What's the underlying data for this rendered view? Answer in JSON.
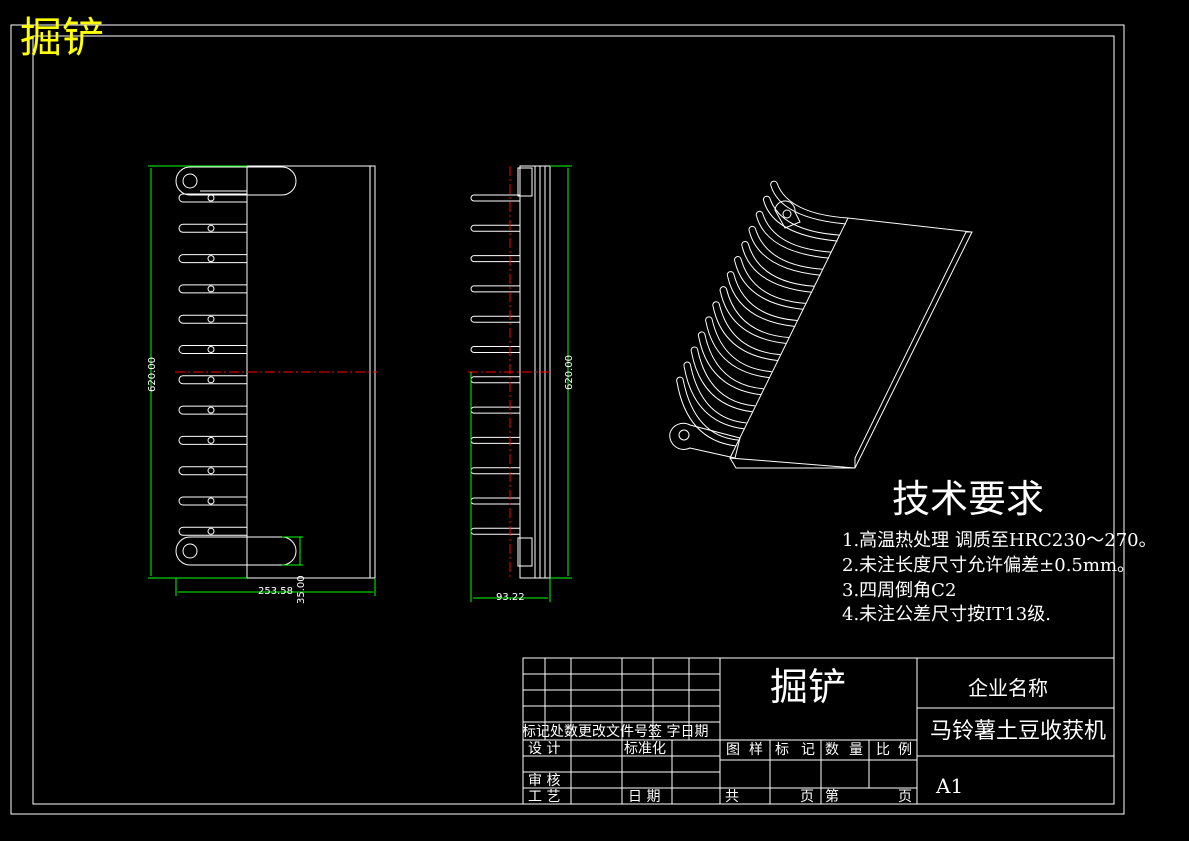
{
  "corner_title": "掘铲",
  "dimensions": {
    "front_height": "620.00",
    "front_width": "253.58",
    "front_small": "35.00",
    "side_height": "620.00",
    "side_width": "93.22"
  },
  "technical_requirements": {
    "title": "技术要求",
    "items": [
      "1.高温热处理 调质至HRC230～270。",
      "2.未注长度尺寸允许偏差±0.5mm。",
      "3.四周倒角C2",
      "4.未注公差尺寸按IT13级."
    ]
  },
  "title_block": {
    "part_name": "掘铲",
    "company": "企业名称",
    "product": "马铃薯土豆收获机",
    "size": "A1",
    "rev_header": "标记处数更改文件号签  字日期",
    "design": "设  计",
    "standardize": "标准化",
    "review": "审  核",
    "process": "工  艺",
    "date": "日  期",
    "header_cells": [
      "图",
      "样",
      "标",
      "记",
      "数",
      "量",
      "比",
      "例"
    ],
    "total": "共",
    "page": "页",
    "sheet": "第",
    "page2": "页"
  },
  "colors": {
    "background": "#000000",
    "lines": "#ffffff",
    "dimension": "#00ff00",
    "centerline": "#ff0000",
    "corner_title": "#ffff00"
  }
}
